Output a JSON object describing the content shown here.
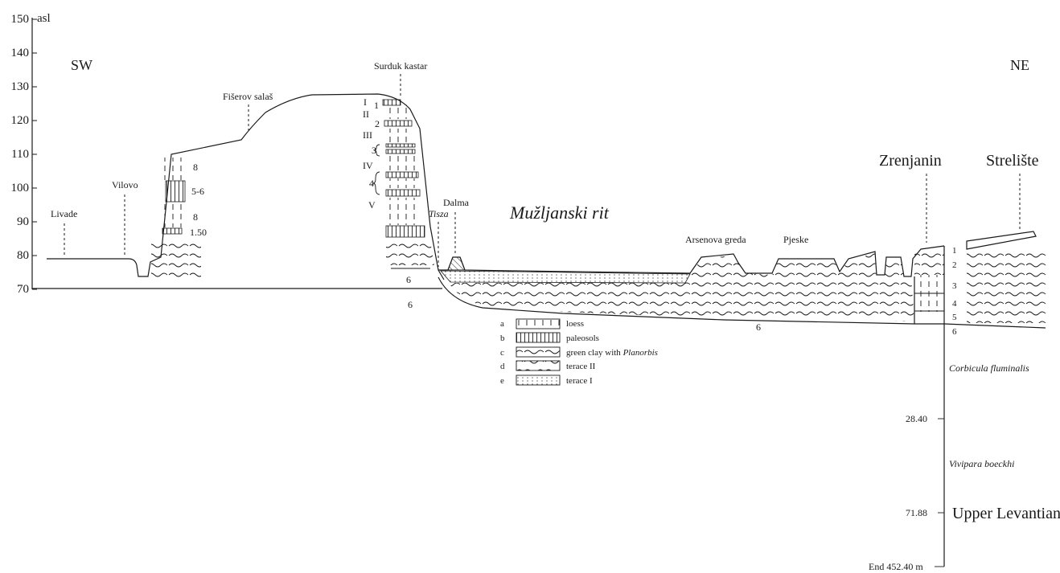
{
  "axis": {
    "unit": "asl",
    "ticks": [
      "150",
      "140",
      "130",
      "120",
      "110",
      "100",
      "90",
      "80",
      "70"
    ]
  },
  "directions": {
    "left": "SW",
    "right": "NE"
  },
  "places": {
    "livade": "Livade",
    "vilovo": "Vilovo",
    "fiserov": "Fišerov salaš",
    "surduk": "Surduk kastar",
    "dalma": "Dalma",
    "tisza": "Tisza",
    "muzljanski": "Mužljanski rit",
    "arsenova": "Arsenova greda",
    "pjeske": "Pjeske",
    "zrenjanin": "Zrenjanin",
    "streliste": "Strelište"
  },
  "vilovo_column": [
    "8",
    "5-6",
    "8",
    "1.50"
  ],
  "surduk_column": {
    "roman": [
      "I",
      "II",
      "III",
      "IV",
      "V"
    ],
    "arabic": [
      "1",
      "2",
      "3",
      "4"
    ],
    "base": "6"
  },
  "base_label": "6",
  "plain_label": "6",
  "zrenjanin_column": [
    "1",
    "2",
    "3",
    "4",
    "5",
    "6"
  ],
  "legend": [
    {
      "key": "a",
      "text": "loess",
      "italic": ""
    },
    {
      "key": "b",
      "text": "paleosols",
      "italic": ""
    },
    {
      "key": "c",
      "text": "green clay with ",
      "italic": "Planorbis"
    },
    {
      "key": "d",
      "text": "terace II",
      "italic": ""
    },
    {
      "key": "e",
      "text": "terace I",
      "italic": ""
    }
  ],
  "borehole": {
    "corbicula": "Corbicula fluminalis",
    "depth1": "28.40",
    "vivipara": "Vivipara boeckhi",
    "depth2": "71.88",
    "upper": "Upper Levantian",
    "end": "End  452.40 m"
  }
}
